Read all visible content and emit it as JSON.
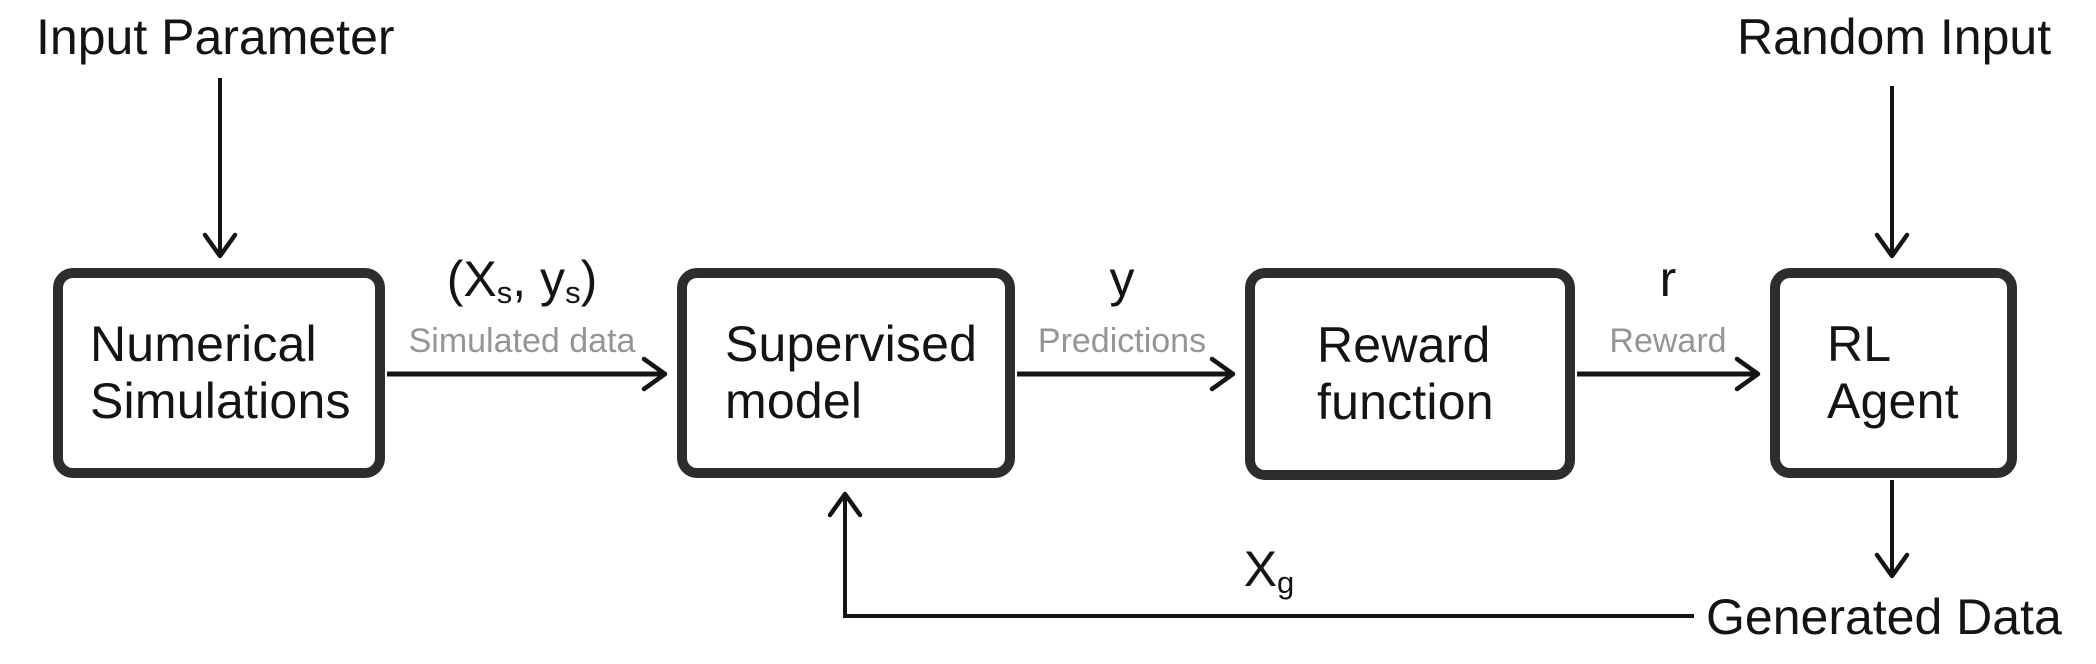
{
  "diagram": {
    "description_nodes": [
      {
        "lines": [
          "Numerical",
          "Simulations"
        ]
      },
      {
        "lines": [
          "Supervised",
          "model"
        ]
      },
      {
        "lines": [
          "Reward",
          "function"
        ]
      },
      {
        "lines": [
          "RL",
          "Agent"
        ]
      }
    ],
    "external_labels": {
      "input_parameter": "Input Parameter",
      "random_input": "Random Input",
      "generated_data": "Generated Data"
    },
    "edges": {
      "simulated": {
        "p0": "(X",
        "s0": "s",
        "p1": ", y",
        "s1": "s",
        "p2": ")",
        "caption": "Simulated data"
      },
      "predictions": {
        "main": "y",
        "caption": "Predictions"
      },
      "reward": {
        "main": "r",
        "caption": "Reward"
      },
      "generated": {
        "main": "X",
        "sub": "g"
      }
    },
    "colors": {
      "box_border": "#2d2d2d",
      "text": "#141414",
      "caption_gray": "#959595",
      "arrow": "#141414",
      "background": "#ffffff"
    }
  }
}
